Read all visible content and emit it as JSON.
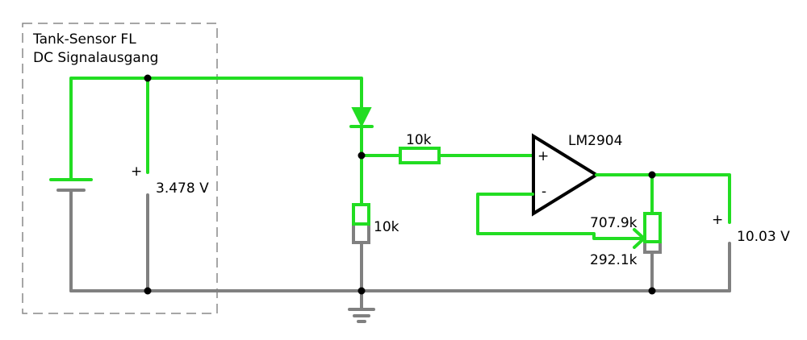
{
  "sensor_box": {
    "title_line1": "Tank-Sensor FL",
    "title_line2": "DC Signalausgang"
  },
  "input_voltmeter": {
    "plus": "+",
    "reading": "3.478 V"
  },
  "series_resistor": {
    "value": "10k"
  },
  "shunt_resistor": {
    "value": "10k"
  },
  "opamp": {
    "part": "LM2904",
    "plus": "+",
    "minus": "-"
  },
  "potentiometer": {
    "upper": "707.9k",
    "lower": "292.1k"
  },
  "output_voltmeter": {
    "plus": "+",
    "reading": "10.03 V"
  },
  "colors": {
    "live_wire": "#22dd22",
    "ground_wire": "#808080",
    "component": "#000000",
    "box_border": "#888888"
  }
}
